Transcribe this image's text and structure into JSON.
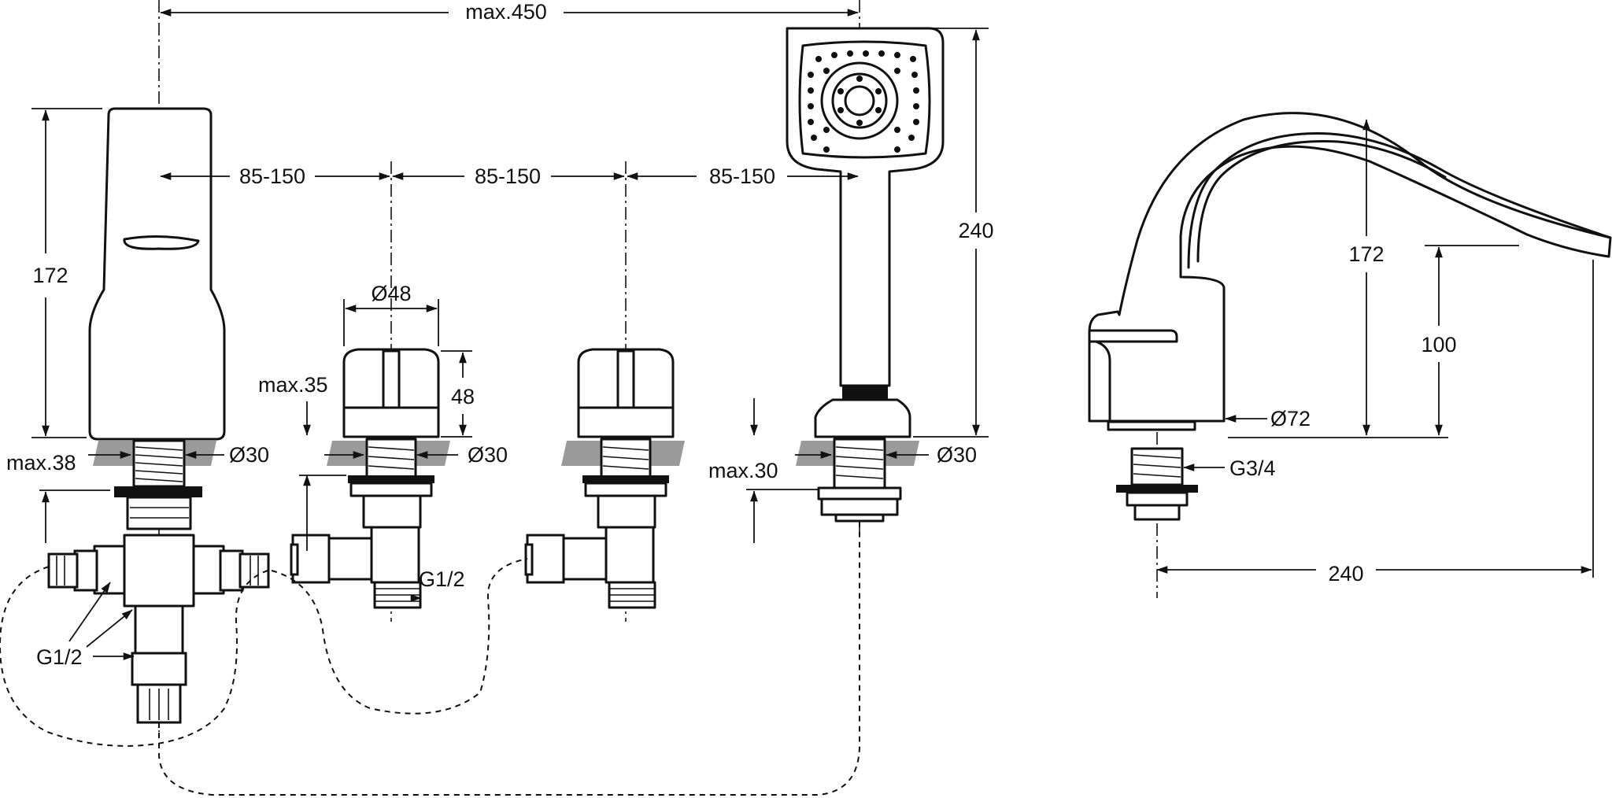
{
  "labels": {
    "max450": "max.450",
    "dist1": "85-150",
    "dist2": "85-150",
    "dist3": "85-150",
    "h172_left": "172",
    "d48": "Ø48",
    "h48": "48",
    "max35": "max.35",
    "max38": "max.38",
    "d30_a": "Ø30",
    "d30_b": "Ø30",
    "d30_c": "Ø30",
    "g12_left": "G1/2",
    "g12_mid": "G1/2",
    "max30": "max.30",
    "h240": "240",
    "h172_right": "172",
    "h100": "100",
    "d72": "Ø72",
    "g34": "G3/4",
    "w240": "240"
  }
}
